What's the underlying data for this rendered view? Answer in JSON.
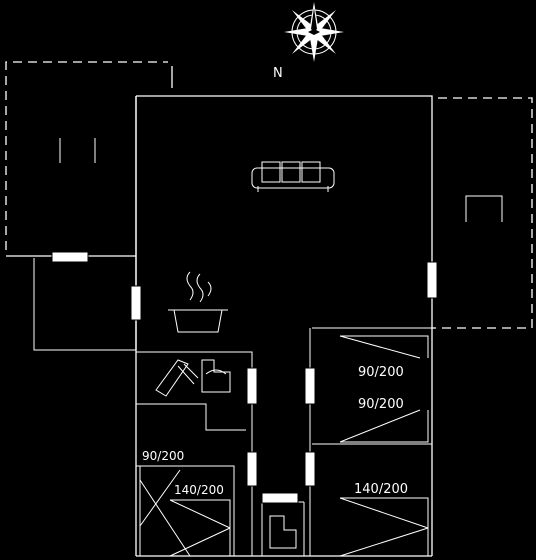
{
  "compass": {
    "north_label": "N"
  },
  "beds": {
    "bed_a": "90/200",
    "bed_b": "90/200",
    "bed_c": "90/200",
    "bed_d": "140/200",
    "bed_e": "140/200"
  },
  "colors": {
    "background": "#000000",
    "line": "#ffffff"
  }
}
